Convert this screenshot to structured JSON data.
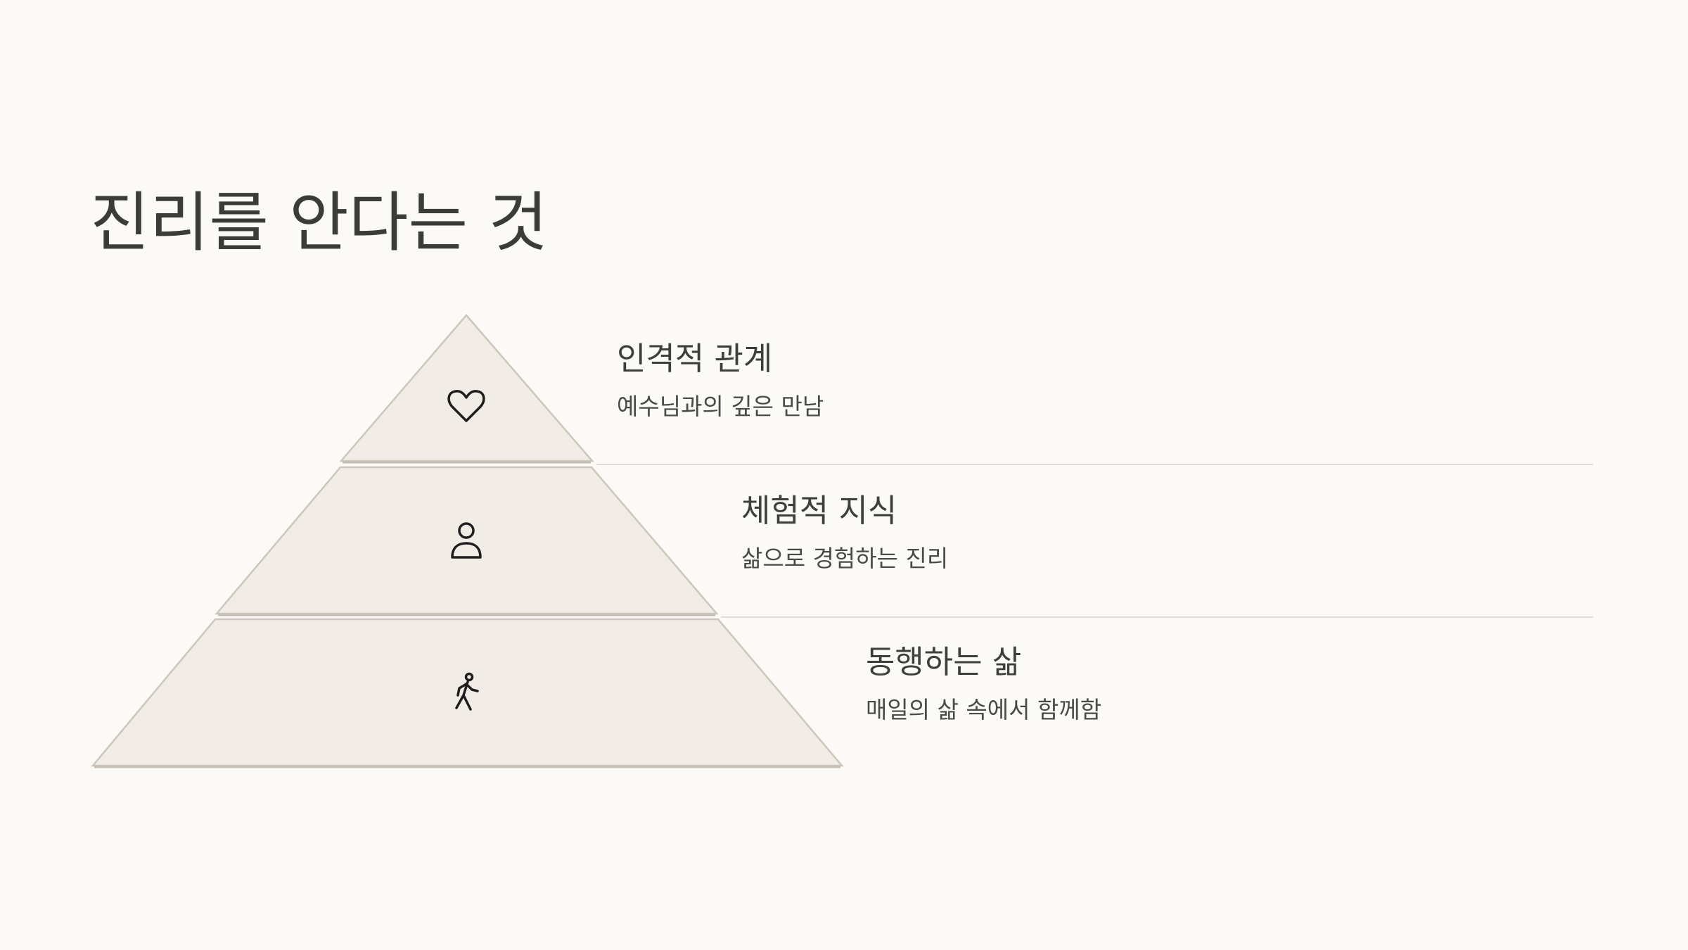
{
  "title": "진리를 안다는 것",
  "colors": {
    "background": "#fbfaf7",
    "tier_fill": "#f1ede6",
    "tier_stroke": "#cdc6ba",
    "divider": "#e0ddd6",
    "text": "#3b3b39"
  },
  "tiers": [
    {
      "heading": "인격적 관계",
      "subtitle": "예수님과의 깊은 만남",
      "icon": "heart-icon"
    },
    {
      "heading": "체험적 지식",
      "subtitle": "삶으로 경험하는 진리",
      "icon": "person-icon"
    },
    {
      "heading": "동행하는 삶",
      "subtitle": "매일의 삶 속에서 함께함",
      "icon": "walking-person-icon"
    }
  ]
}
